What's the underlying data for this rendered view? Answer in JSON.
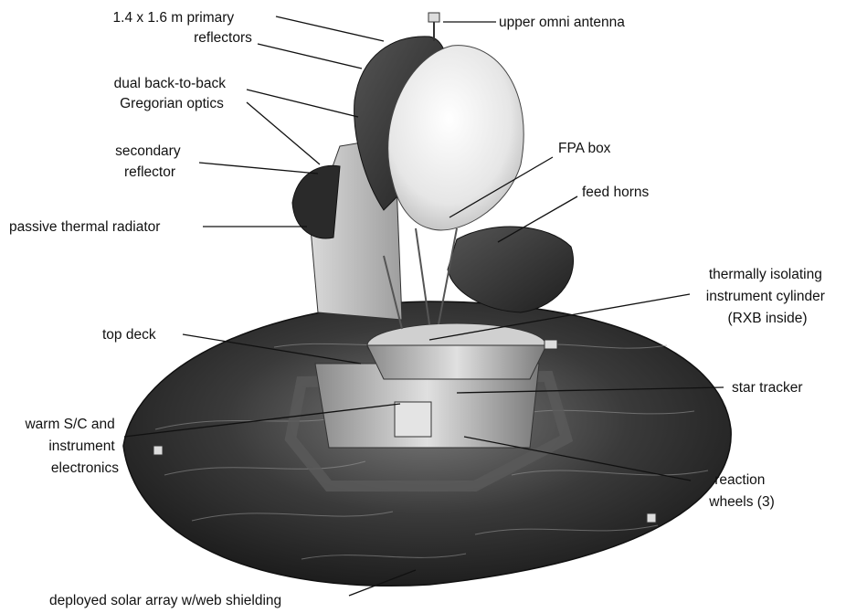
{
  "labels": {
    "primary_reflectors": [
      "1.4 x 1.6 m primary",
      "reflectors"
    ],
    "upper_omni_antenna": [
      "upper omni antenna"
    ],
    "gregorian_optics": [
      "dual back-to-back",
      "Gregorian optics"
    ],
    "secondary_reflector": [
      "secondary",
      "reflector"
    ],
    "fpa_box": [
      "FPA box"
    ],
    "feed_horns": [
      "feed horns"
    ],
    "passive_radiator": [
      "passive thermal radiator"
    ],
    "instrument_cylinder": [
      "thermally isolating",
      "instrument cylinder",
      "(RXB inside)"
    ],
    "top_deck": [
      "top deck"
    ],
    "star_tracker": [
      "star tracker"
    ],
    "warm_electronics": [
      "warm S/C and",
      "instrument",
      "electronics"
    ],
    "reaction_wheels": [
      "reaction",
      "wheels (3)"
    ],
    "solar_array": [
      "deployed solar array w/web shielding"
    ]
  },
  "colors": {
    "background": "#ffffff",
    "text": "#111111",
    "solar_array": "#2e2e2e",
    "reflector": "#eeeeee",
    "radiator": "#c4c4c4",
    "metal": "#b8b8b8"
  }
}
